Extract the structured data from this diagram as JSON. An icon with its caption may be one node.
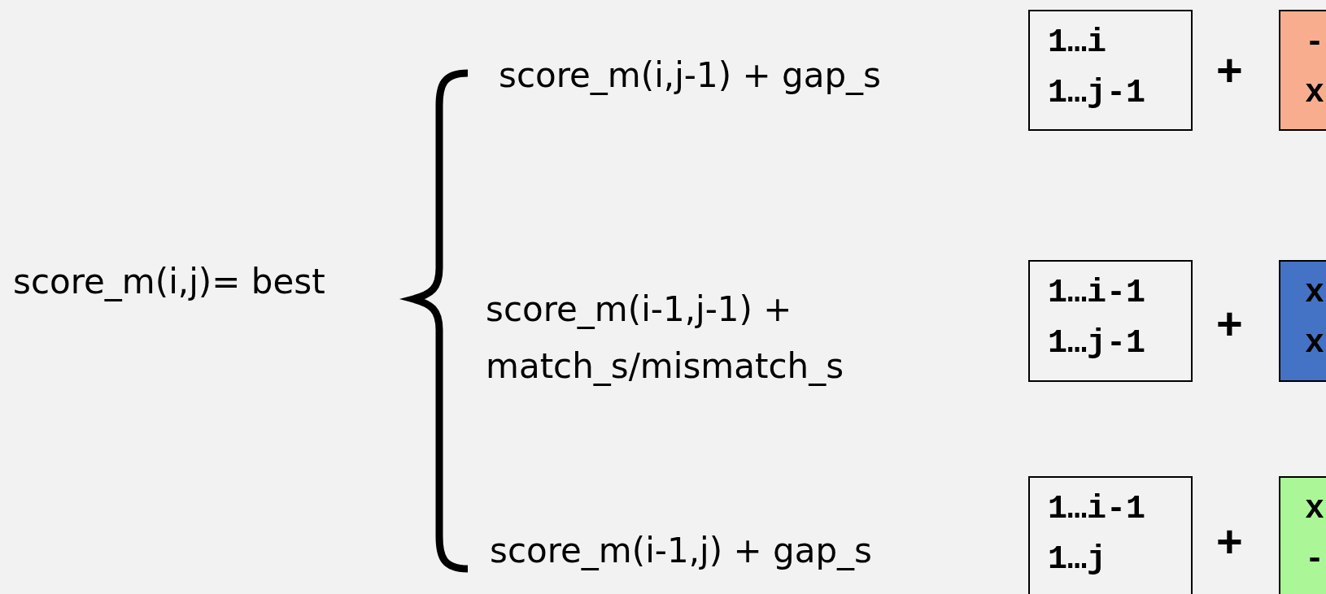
{
  "diagram": {
    "nodes": [
      {
        "text": [
          "1…i",
          "1…j-1"
        ]
      },
      {
        "text": [
          "-",
          "x"
        ]
      },
      {
        "text": [
          "1…i-1",
          "1…j-1"
        ]
      },
      {
        "text": [
          "x",
          "x"
        ]
      },
      {
        "text": [
          "1…i-1",
          "1…j"
        ]
      },
      {
        "text": [
          "x",
          "-"
        ]
      }
    ],
    "labels": [
      "score_m(i,j)= best",
      "score_m(i,j-1) + gap_s",
      "+",
      "score_m(i-1,j-1) + match_s/mismatch_s",
      "+",
      "score_m(i-1,j) + gap_s",
      "+"
    ]
  }
}
